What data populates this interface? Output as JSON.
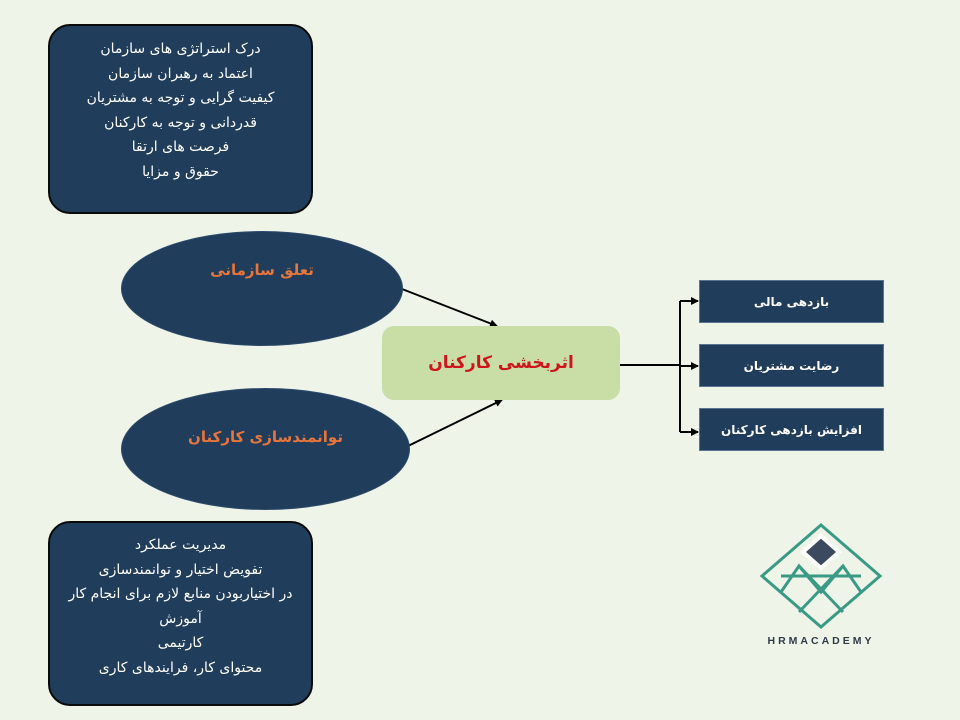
{
  "top_box": {
    "lines": [
      "درک استراتژی های سازمان",
      "اعتماد به رهبران سازمان",
      "کیفیت گرایی و توجه به مشتریان",
      "قدردانی و توجه به کارکنان",
      "فرصت های ارتقا",
      "حقوق و مزایا"
    ]
  },
  "ellipse_top": {
    "label": "تعلق سازمانی"
  },
  "ellipse_bottom": {
    "label": "توانمندسازی کارکنان"
  },
  "center": {
    "label": "اثربخشی کارکنان"
  },
  "outputs": [
    {
      "label": "بازدهی مالی"
    },
    {
      "label": "رضایت مشتریان"
    },
    {
      "label": "افزایش بازدهی کارکنان"
    }
  ],
  "bottom_box": {
    "lines": [
      "مدیریت عملکرد",
      "تفویض اختیار و توانمندسازی",
      "در اختیاربودن منابع لازم برای انجام کار",
      "آموزش",
      "کارتیمی",
      "محتوای کار، فرایندهای کاری"
    ]
  },
  "logo": {
    "text": "HRMACADEMY"
  },
  "colors": {
    "background": "#eef4e7",
    "navy": "#213d5c",
    "center_fill": "#c8dea6",
    "center_text": "#d0141b",
    "ellipse_text": "#e8753a",
    "logo_teal": "#3a9a86"
  }
}
